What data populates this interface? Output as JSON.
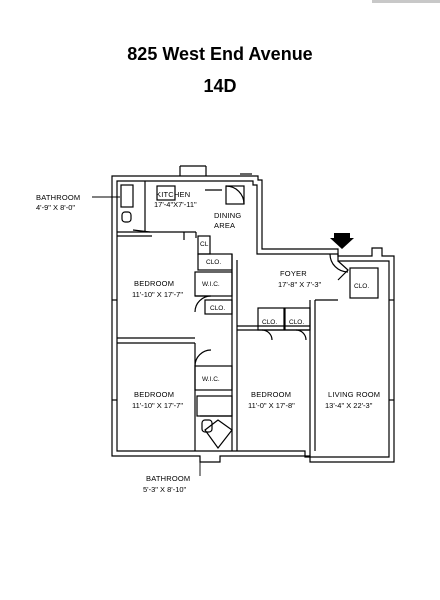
{
  "header": {
    "address": "825 West End Avenue",
    "unit": "14D"
  },
  "rooms": {
    "kitchen": {
      "name": "KITCHEN",
      "dims": "17'-4\"X7'-11\""
    },
    "dining": {
      "line1": "DINING",
      "line2": "AREA"
    },
    "bathroom_top": {
      "name": "BATHROOM",
      "dims": "4'-9\" X 8'-0\""
    },
    "bedroom_1": {
      "name": "BEDROOM",
      "dims": "11'-10\" X 17'-7\""
    },
    "bedroom_2": {
      "name": "BEDROOM",
      "dims": "11'-10\" X 17'-7\""
    },
    "bedroom_3": {
      "name": "BEDROOM",
      "dims": "11'-0\" X 17'-8\""
    },
    "foyer": {
      "name": "FOYER",
      "dims": "17'-8\" X 7'-3\""
    },
    "living_room": {
      "name": "LIVING ROOM",
      "dims": "13'-4\" X 22'-3\""
    },
    "bathroom_bottom": {
      "name": "BATHROOM",
      "dims": "5'-3\" X 8'-10\""
    },
    "wic_1": "W.I.C.",
    "wic_2": "W.I.C.",
    "clo_cl": "CL",
    "clo_1": "CLO.",
    "clo_2": "CLO.",
    "clo_3": "CLO.",
    "clo_4": "CLO.",
    "clo_5": "CLO."
  },
  "icons": {
    "entrance": "entrance-arrow-icon"
  }
}
